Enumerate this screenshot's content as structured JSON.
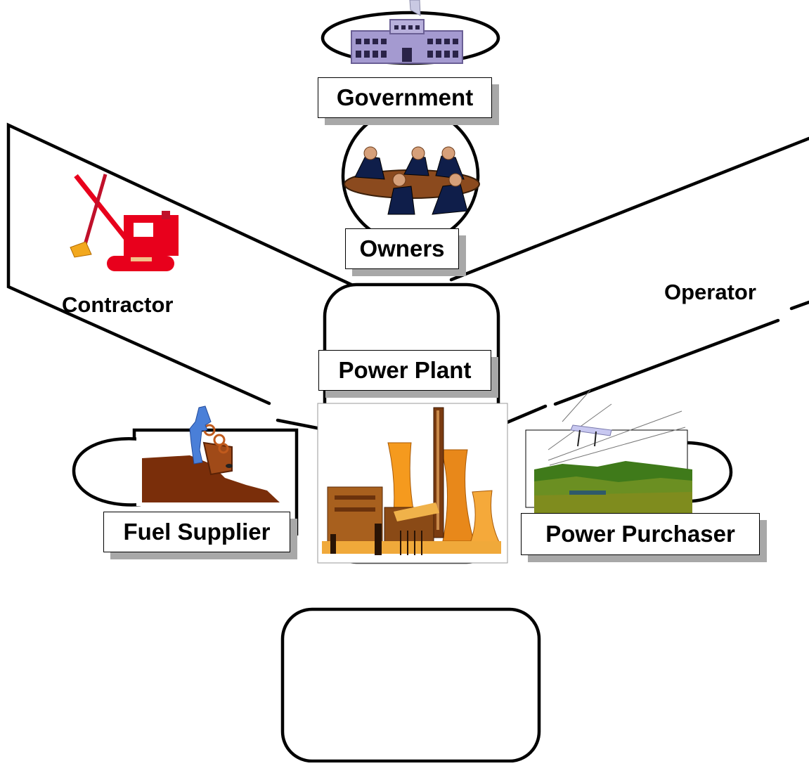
{
  "diagram": {
    "nodes": {
      "government": "Government",
      "owners": "Owners",
      "contractor": "Contractor",
      "operator": "Operator",
      "power_plant": "Power Plant",
      "fuel_supplier": "Fuel Supplier",
      "power_purchaser": "Power Purchaser"
    },
    "icons": {
      "government": "government-building-icon",
      "owners": "boardroom-meeting-icon",
      "contractor": "excavator-crane-icon",
      "fuel_supplier": "miner-at-mine-icon",
      "power_plant": "power-station-icon",
      "power_purchaser": "power-lines-landscape-icon"
    },
    "colors": {
      "outline": "#000000",
      "shadow": "#a8a8a8",
      "contractor_machine": "#e8001c",
      "plant_orange": "#f59a1e",
      "plant_brown": "#7a3b10",
      "landscape_green": "#3f7a1a",
      "building_lilac": "#a49ad0"
    }
  }
}
